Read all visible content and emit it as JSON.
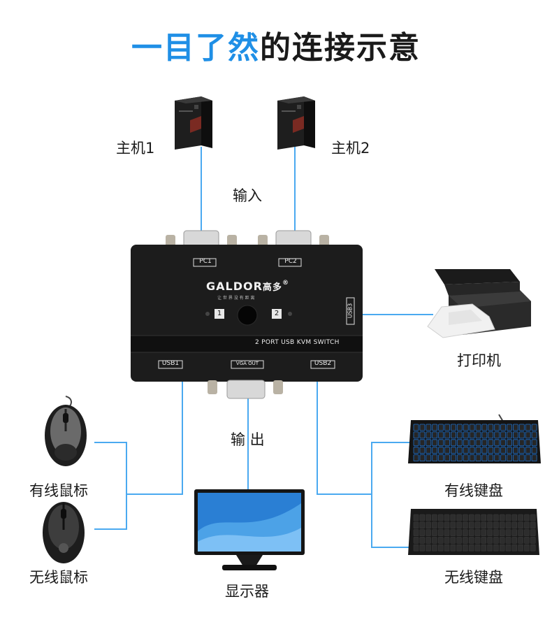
{
  "title": {
    "highlight": "一目了然",
    "rest": "的连接示意"
  },
  "labels": {
    "pc1": "主机1",
    "pc2": "主机2",
    "input": "输入",
    "output": "输 出",
    "printer": "打印机",
    "wired_mouse": "有线鼠标",
    "wireless_mouse": "无线鼠标",
    "monitor": "显示器",
    "wired_keyboard": "有线键盘",
    "wireless_keyboard": "无线键盘"
  },
  "switch": {
    "brand": "GALDOR",
    "brand_cn": "高多",
    "slogan": "让 世 界 没 有 距 离",
    "model": "2 PORT USB KVM SWITCH",
    "ports": {
      "pc1": "PC1",
      "pc2": "PC2",
      "usb1": "USB1",
      "usb2": "USB2",
      "usb3": "USB3",
      "vga_out": "VGA OUT"
    },
    "buttons": {
      "one": "1",
      "two": "2"
    }
  },
  "colors": {
    "title_blue": "#1f8fe6",
    "line_blue": "#4aa9f0",
    "device_black": "#1c1c1c"
  }
}
